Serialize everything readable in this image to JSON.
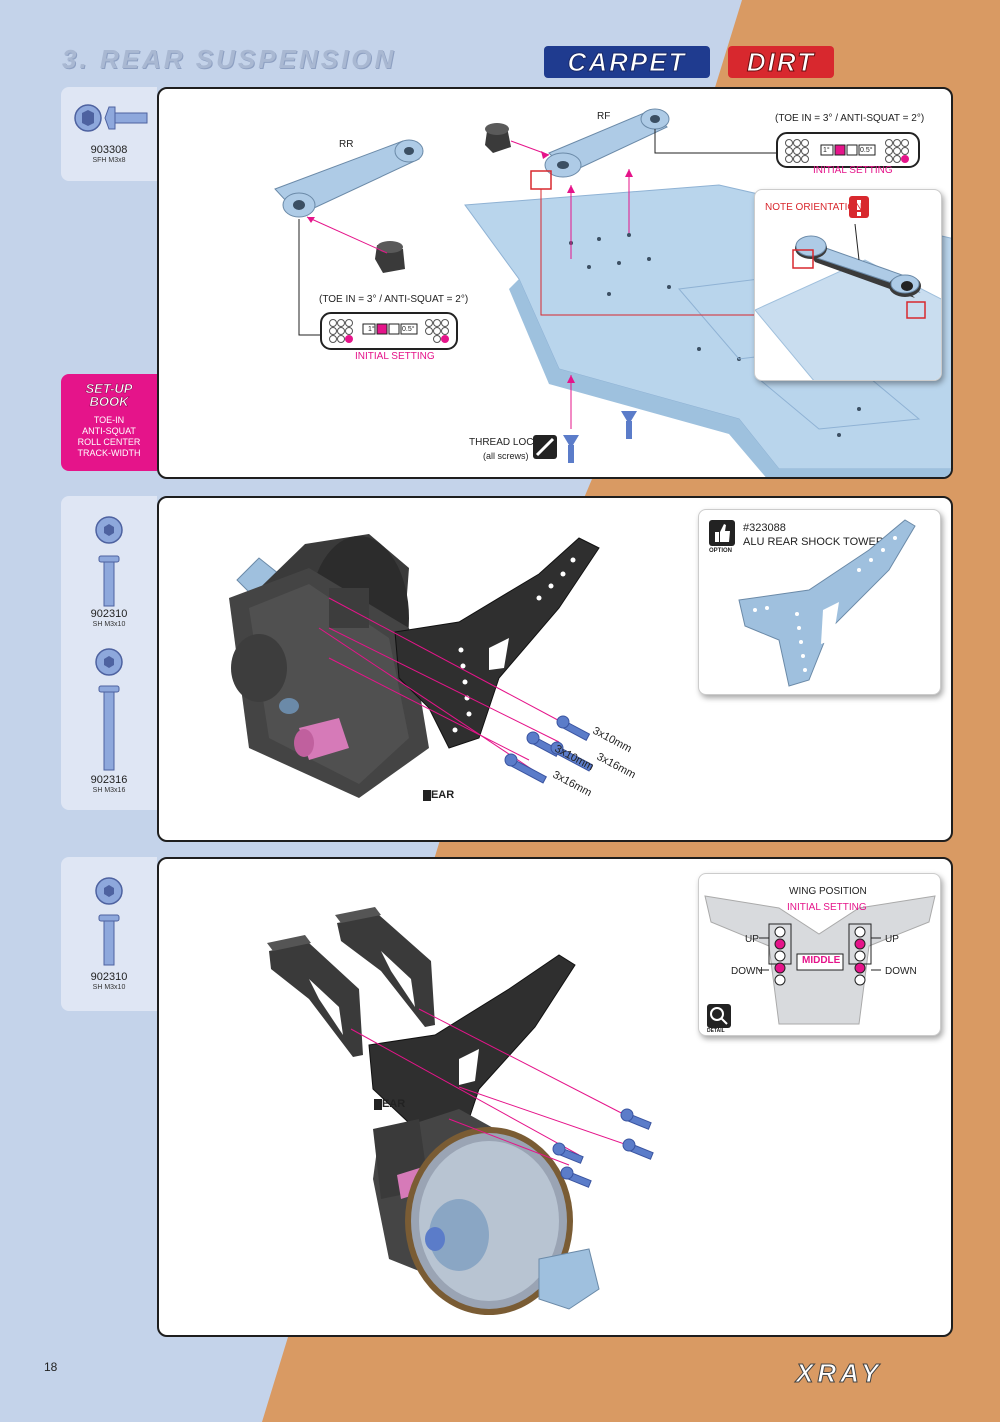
{
  "header": {
    "title": "3. REAR SUSPENSION",
    "badge_carpet": "CARPET",
    "badge_dirt": "DIRT"
  },
  "colors": {
    "accent_pink": "#e5148a",
    "accent_red": "#d8282e",
    "bg_blue": "#c4d3ea",
    "bg_orange": "#d99a63",
    "part_blue": "#aecbe6"
  },
  "step1": {
    "part_code": "903308",
    "part_desc": "SFH M3x8",
    "label_rr": "RR",
    "label_rf": "RF",
    "toe_top": "(TOE IN = 3° / ANTI-SQUAT = 2°)",
    "toe_bottom": "(TOE IN = 3° / ANTI-SQUAT = 2°)",
    "setting_1": "1°",
    "setting_05": "0.5°",
    "initial_setting_top": "INITIAL SETTING",
    "initial_setting_bottom": "INITIAL SETTING",
    "note_orientation": "NOTE ORIENTATION",
    "thread_lock": "THREAD LOCK",
    "all_screws": "(all screws)",
    "tl_icon_label": "TL"
  },
  "setup_book": {
    "title_line1": "SET-UP",
    "title_line2": "BOOK",
    "items": [
      "TOE-IN",
      "ANTI-SQUAT",
      "ROLL CENTER",
      "TRACK-WIDTH"
    ]
  },
  "step2": {
    "parts": [
      {
        "code": "902310",
        "desc": "SH M3x10"
      },
      {
        "code": "902316",
        "desc": "SH M3x16"
      }
    ],
    "screw_labels": [
      "3x10mm",
      "3x10mm",
      "3x16mm",
      "3x16mm"
    ],
    "rear_label": "REAR",
    "option_number": "#323088",
    "option_name": "ALU REAR SHOCK TOWER",
    "option_badge": "OPTION"
  },
  "step3": {
    "part_code": "902310",
    "part_desc": "SH M3x10",
    "rear_label": "REAR",
    "wing_position": "WING POSITION",
    "initial_setting": "INITIAL SETTING",
    "up_left": "UP",
    "up_right": "UP",
    "middle": "MIDDLE",
    "down_left": "DOWN",
    "down_right": "DOWN",
    "detail_badge": "DETAIL"
  },
  "footer": {
    "page_number": "18",
    "logo": "XRAY"
  }
}
